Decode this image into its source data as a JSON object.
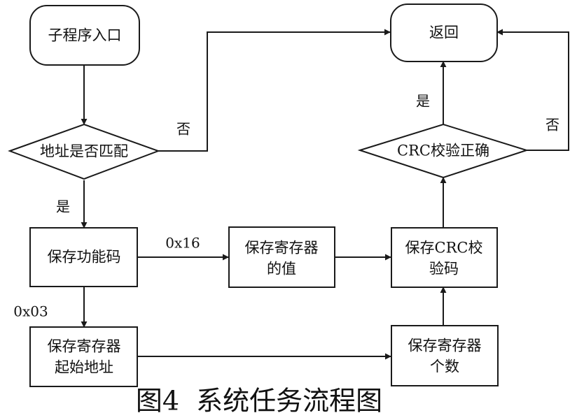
{
  "nodes": {
    "subroutine_entry": "子程序入口",
    "return": "返回",
    "address_match": "地址是否匹配",
    "crc_check": "CRC校验正确",
    "save_function_code": "保存功能码",
    "save_register_value": [
      "保存寄存器",
      "的值"
    ],
    "save_crc": [
      "保存CRC校",
      "验码"
    ],
    "save_register_start": [
      "保存寄存器",
      "起始地址"
    ],
    "save_register_count": [
      "保存寄存器",
      "个数"
    ]
  },
  "edges": {
    "no_address": "否",
    "yes_address": "是",
    "yes_crc": "是",
    "no_crc": "否",
    "code_0x16": "0x16",
    "code_0x03": "0x03"
  },
  "caption": "图4  系统任务流程图"
}
